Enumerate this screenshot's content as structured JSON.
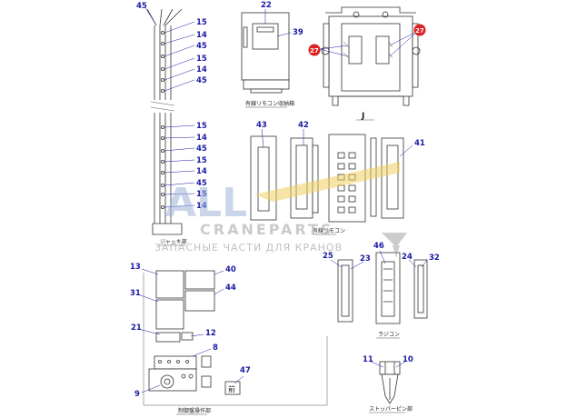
{
  "callouts": {
    "n45": "45",
    "n15": "15",
    "n14": "14",
    "n22": "22",
    "n39": "39",
    "n27": "27",
    "n43": "43",
    "n42": "42",
    "n41": "41",
    "n25": "25",
    "n23": "23",
    "n46": "46",
    "n24": "24",
    "n32": "32",
    "n13": "13",
    "n40": "40",
    "n31": "31",
    "n44": "44",
    "n21": "21",
    "n12": "12",
    "n8": "8",
    "n9": "9",
    "n47": "47",
    "n11": "11",
    "n10": "10"
  },
  "captions": {
    "jack": "ジャッキ部",
    "remote_storage": "有線リモコン収納箱",
    "view_j": "J",
    "wired_remote": "有線リモコン",
    "radio_remote": "ラジコン",
    "control_panel": "制御盤操作部",
    "stopper_pin": "ストッパーピン部"
  },
  "labels": {
    "front_mark": "前"
  },
  "watermark": {
    "brand_main": "ALL",
    "brand_sub": "CRANEPARTS",
    "tagline": "ЗАПАСНЫЕ ЧАСТИ ДЛЯ КРАНОВ"
  },
  "colors": {
    "callout": "#1a1aa6",
    "highlight": "#dd2222",
    "watermark_blue": "#9fb3d9",
    "watermark_yellow": "#f0d060"
  }
}
